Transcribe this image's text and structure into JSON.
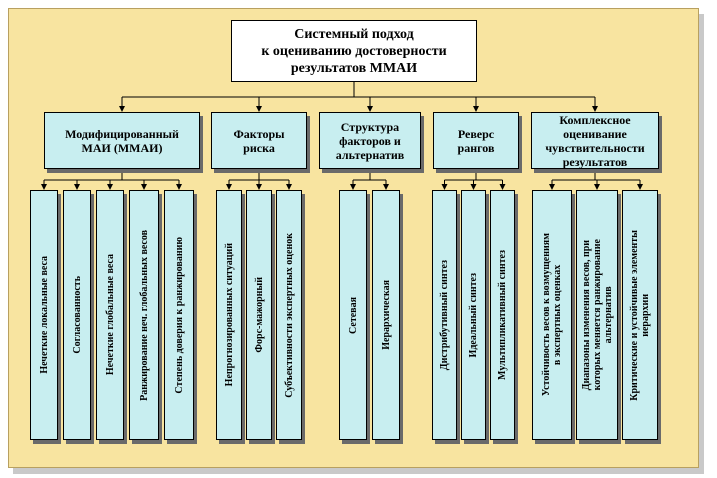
{
  "root": {
    "title": "Системный подход\nк оцениванию достоверности\nрезультатов ММАИ"
  },
  "groups": [
    {
      "label": "Модифицированный\nМАИ (ММАИ)",
      "items": [
        "Нечеткие локальные веса",
        "Согласованность",
        "Нечеткие глобальные веса",
        "Ранжирование неч. глобальных весов",
        "Степень доверия к ранжированию"
      ]
    },
    {
      "label": "Факторы\nриска",
      "items": [
        "Непрогнозированных ситуаций",
        "Форс-мажорный",
        "Субъективности экспертных оценок"
      ]
    },
    {
      "label": "Структура\nфакторов и\nальтернатив",
      "items": [
        "Сетевая",
        "Иерархическая"
      ]
    },
    {
      "label": "Реверс\nрангов",
      "items": [
        "Дистрибутивный синтез",
        "Идеальный синтез",
        "Мультипликативный синтез"
      ]
    },
    {
      "label": "Комплексное\nоценивание\nчувствительности\nрезультатов",
      "items": [
        "Устойчивость весов к возмущениям\nв экспертных оценках",
        "Диапазоны изменения весов, при\nкоторых меняется ранжирование\nальтернатив",
        "Критические и устойчивые элементы\nиерархии"
      ]
    }
  ]
}
